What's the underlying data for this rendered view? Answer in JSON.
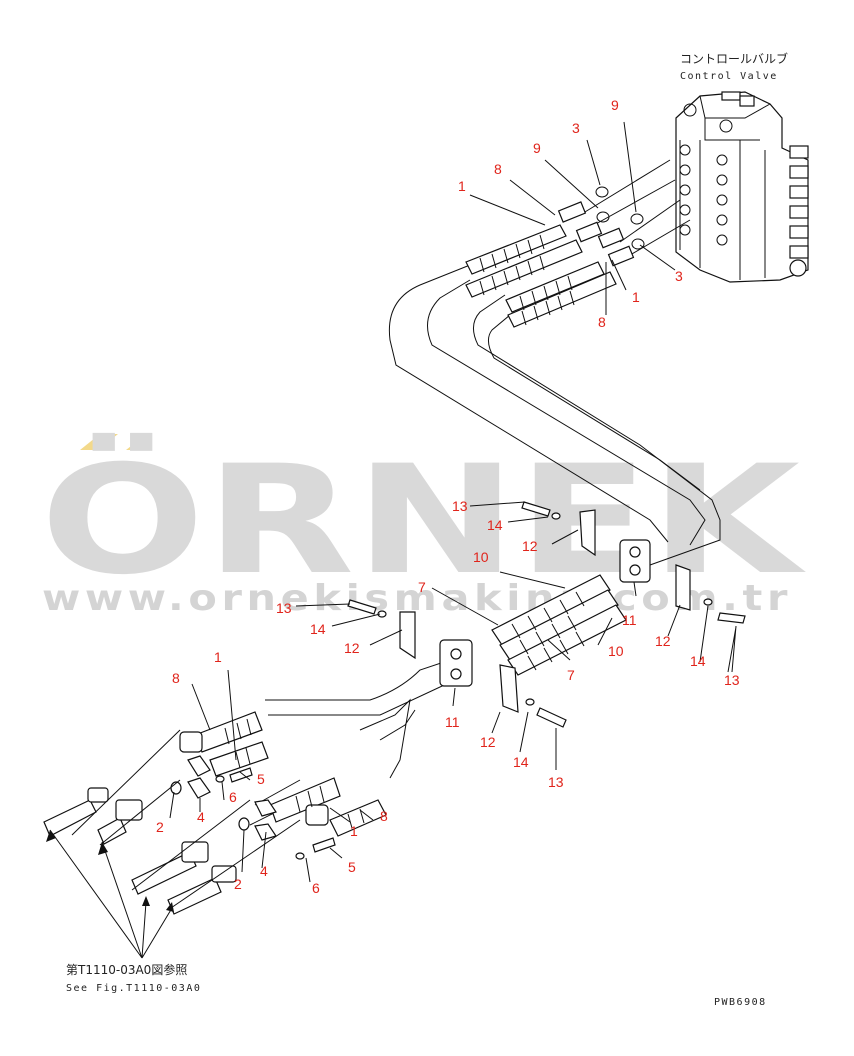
{
  "header": {
    "title_jp": "コントロールバルブ",
    "title_en": "Control Valve"
  },
  "watermark": {
    "logo": "ÖRNEK",
    "url": "www.ornekismakina.com.tr",
    "logo_color": "#d9d9d9",
    "accent_color": "#f3d98a"
  },
  "callouts": [
    "1",
    "8",
    "9",
    "3",
    "9",
    "3",
    "1",
    "8",
    "13",
    "14",
    "12",
    "10",
    "11",
    "7",
    "13",
    "14",
    "12",
    "10",
    "12",
    "11",
    "7",
    "14",
    "13",
    "14",
    "12",
    "13",
    "1",
    "8",
    "5",
    "6",
    "4",
    "2",
    "1",
    "8",
    "4",
    "5",
    "2",
    "6"
  ],
  "footer": {
    "ref_jp": "第T1110-03A0図参照",
    "ref_en": "See Fig.T1110-03A0",
    "drawing_no": "PWB6908"
  },
  "colors": {
    "callout": "#e0241b",
    "line": "#111111"
  }
}
